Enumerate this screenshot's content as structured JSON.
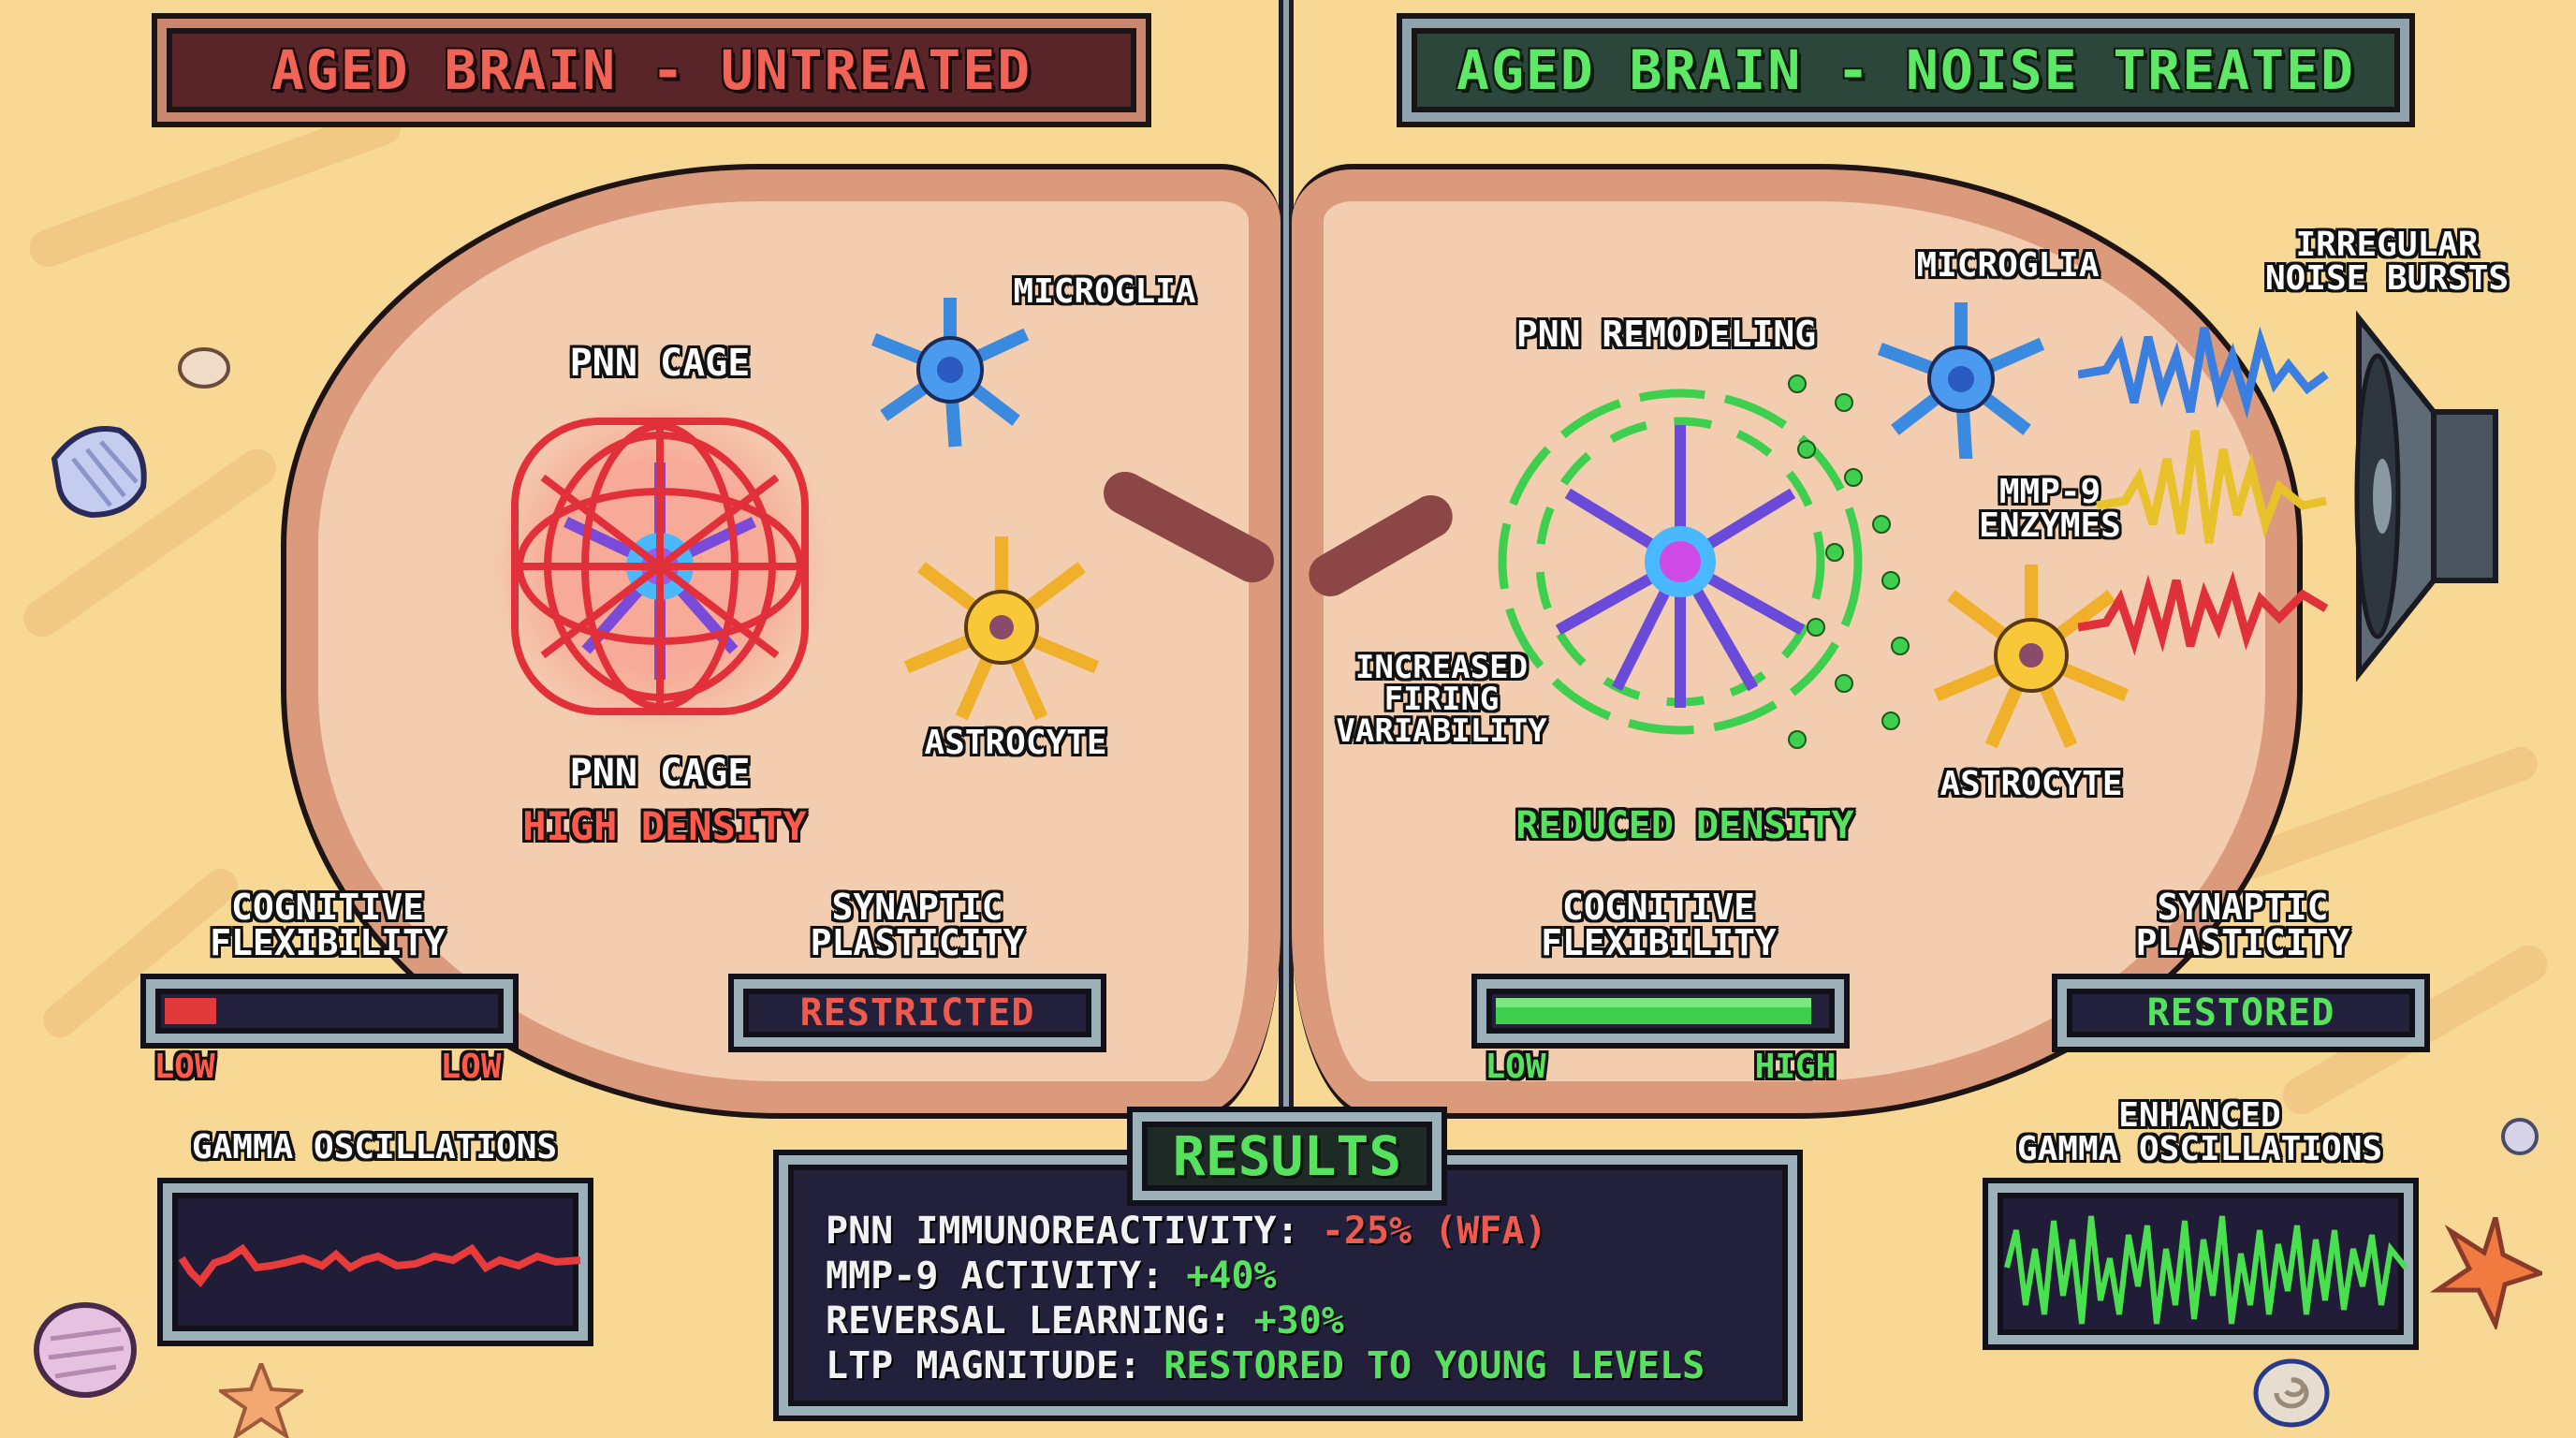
{
  "panels": {
    "left": {
      "title": "AGED BRAIN - UNTREATED",
      "cell_labels": {
        "pnn_top": "PNN CAGE",
        "microglia": "MICROGLIA",
        "astrocyte": "ASTROCYTE",
        "pnn_bottom": "PNN CAGE",
        "density": "HIGH DENSITY"
      },
      "cognitive_flexibility": {
        "label": "COGNITIVE\nFLEXIBILITY",
        "fill_percent": 14,
        "fill_color": "#e23a3a",
        "min_label": "LOW",
        "max_label": "LOW"
      },
      "synaptic_plasticity": {
        "label": "SYNAPTIC\nPLASTICITY",
        "status": "RESTRICTED",
        "status_color": "#ef5a4e"
      },
      "gamma": {
        "label": "GAMMA OSCILLATIONS",
        "wave_color": "#e83b3b",
        "amplitude": "low"
      }
    },
    "right": {
      "title": "AGED BRAIN - NOISE TREATED",
      "cell_labels": {
        "pnn_remodeling": "PNN REMODELING",
        "microglia": "MICROGLIA",
        "mmp9": "MMP-9\nENZYMES",
        "astrocyte": "ASTROCYTE",
        "firing": "INCREASED\nFIRING\nVARIABILITY",
        "density": "REDUCED DENSITY",
        "noise": "IRREGULAR\nNOISE BURSTS"
      },
      "cognitive_flexibility": {
        "label": "COGNITIVE\nFLEXIBILITY",
        "fill_percent": 88,
        "fill_color": "#3fcf4f",
        "min_label": "LOW",
        "max_label": "HIGH"
      },
      "synaptic_plasticity": {
        "label": "SYNAPTIC\nPLASTICITY",
        "status": "RESTORED",
        "status_color": "#55e35e"
      },
      "gamma": {
        "label": "ENHANCED\nGAMMA OSCILLATIONS",
        "wave_color": "#48e04e",
        "amplitude": "high"
      },
      "noise_waves": [
        {
          "color": "#3a7fe0"
        },
        {
          "color": "#e8c22a"
        },
        {
          "color": "#e0303a"
        }
      ]
    }
  },
  "results": {
    "title": "RESULTS",
    "rows": [
      {
        "label": "PNN IMMUNOREACTIVITY: ",
        "value": "-25% (WFA)",
        "tone": "neg"
      },
      {
        "label": "MMP-9 ACTIVITY: ",
        "value": "+40%",
        "tone": "pos"
      },
      {
        "label": "REVERSAL LEARNING: ",
        "value": "+30%",
        "tone": "pos"
      },
      {
        "label": "LTP MAGNITUDE: ",
        "value": "RESTORED TO YOUNG LEVELS",
        "tone": "pos"
      }
    ]
  },
  "colors": {
    "sand": "#f7d894",
    "brain_tissue": "#f3cdb0",
    "brain_cortex": "#dc9a7c",
    "pnn_cage_red": "#e2303a",
    "pnn_remodel_green": "#3fcf4f",
    "neuron_purple": "#6a4ad8",
    "microglia_blue": "#3a8ae0",
    "astrocyte_yellow": "#f0b02a"
  },
  "decorations": [
    "shell-icon",
    "pebble-icon",
    "starfish-icon",
    "spiral-shell-icon"
  ]
}
